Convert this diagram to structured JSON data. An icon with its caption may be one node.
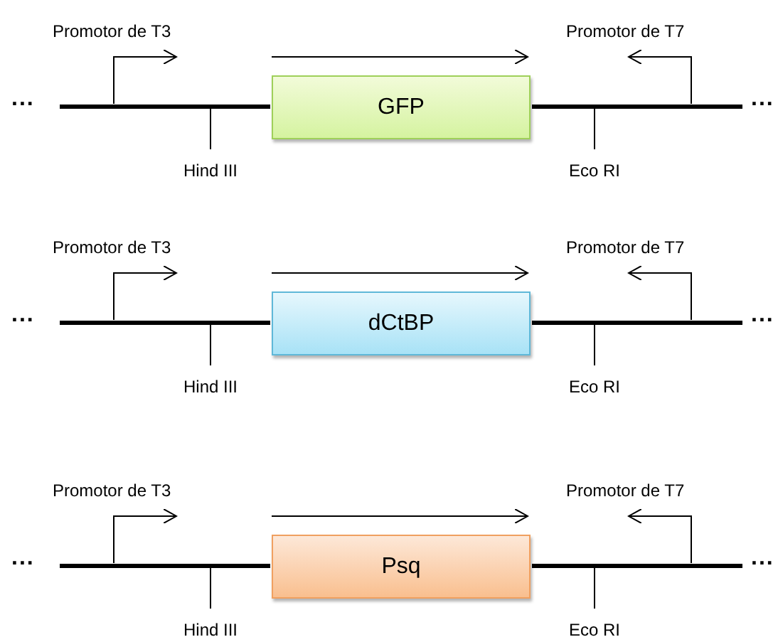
{
  "diagram": {
    "nodes": [
      {
        "text": [
          "GFP"
        ]
      },
      {
        "text": [
          "dCtBP"
        ]
      },
      {
        "text": [
          "Psq"
        ]
      }
    ],
    "labels": [
      "Promotor de T3",
      "Promotor de T7",
      "...",
      "...",
      "Hind III",
      "Eco RI",
      "Promotor de T3",
      "Promotor de T7",
      "...",
      "...",
      "Hind III",
      "Eco RI",
      "Promotor de T3",
      "Promotor de T7",
      "...",
      "...",
      "Hind III",
      "Eco RI"
    ]
  }
}
